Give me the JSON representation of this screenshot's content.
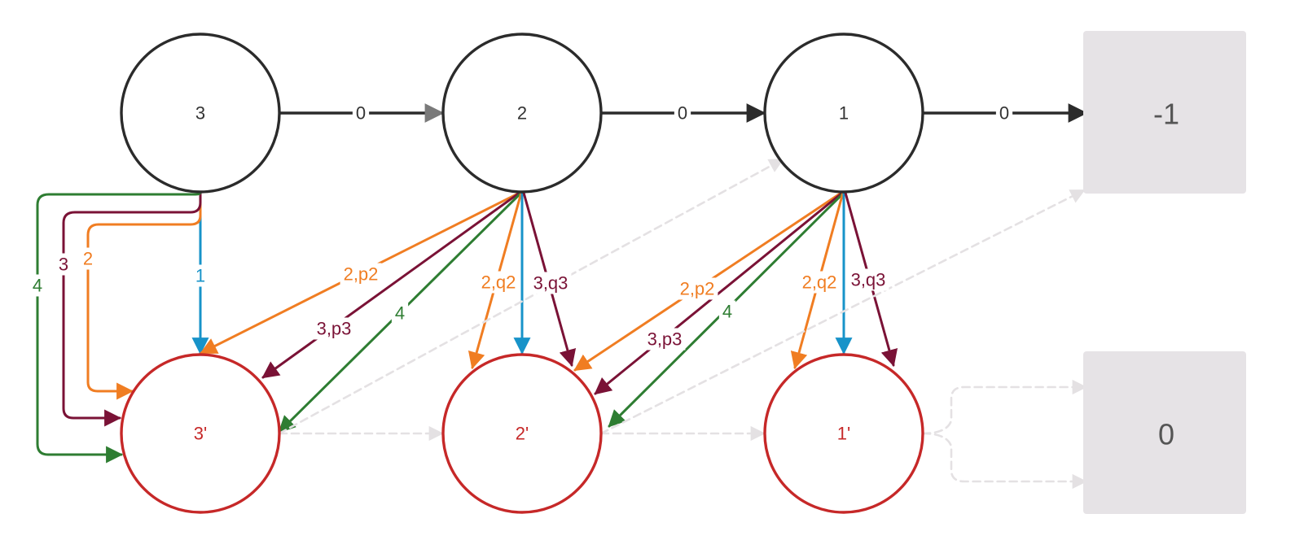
{
  "diagram": {
    "colors": {
      "black": "#2b2b2b",
      "gray_arrow": "#7a7a7a",
      "blue": "#1793c9",
      "orange": "#f07d22",
      "maroon": "#7a1236",
      "green": "#2e7d32",
      "red": "#c62828",
      "light": "#e4e1e3",
      "box": "#e6e3e6"
    },
    "nodes": [
      {
        "id": "n3",
        "label": "3",
        "kind": "state"
      },
      {
        "id": "n2",
        "label": "2",
        "kind": "state"
      },
      {
        "id": "n1",
        "label": "1",
        "kind": "state"
      },
      {
        "id": "p3",
        "label": "3'",
        "kind": "prime"
      },
      {
        "id": "p2",
        "label": "2'",
        "kind": "prime"
      },
      {
        "id": "p1",
        "label": "1'",
        "kind": "prime"
      }
    ],
    "boxes": [
      {
        "id": "bm1",
        "label": "-1"
      },
      {
        "id": "b0",
        "label": "0"
      }
    ],
    "edges": [
      {
        "id": "e-3-2",
        "from": "n3",
        "to": "n2",
        "label": "0",
        "color": "black",
        "arrow_color": "gray_arrow"
      },
      {
        "id": "e-2-1",
        "from": "n2",
        "to": "n1",
        "label": "0",
        "color": "black"
      },
      {
        "id": "e-1-m1",
        "from": "n1",
        "to": "bm1",
        "label": "0",
        "color": "black"
      },
      {
        "id": "e-3-3p-blue",
        "from": "n3",
        "to": "p3",
        "label": "1",
        "color": "blue"
      },
      {
        "id": "e-3-3p-orange",
        "from": "n3",
        "to": "p3",
        "label": "2",
        "color": "orange"
      },
      {
        "id": "e-3-3p-maroon",
        "from": "n3",
        "to": "p3",
        "label": "3",
        "color": "maroon"
      },
      {
        "id": "e-3-3p-green",
        "from": "n3",
        "to": "p3",
        "label": "4",
        "color": "green"
      },
      {
        "id": "e-2-3p-orange",
        "from": "n2",
        "to": "p3",
        "label": "2,p2",
        "color": "orange"
      },
      {
        "id": "e-2-3p-maroon",
        "from": "n2",
        "to": "p3",
        "label": "3,p3",
        "color": "maroon"
      },
      {
        "id": "e-2-3p-green",
        "from": "n2",
        "to": "p3",
        "label": "4",
        "color": "green"
      },
      {
        "id": "e-2-2p-orange",
        "from": "n2",
        "to": "p2",
        "label": "2,q2",
        "color": "orange"
      },
      {
        "id": "e-2-2p-blue",
        "from": "n2",
        "to": "p2",
        "label": "",
        "color": "blue"
      },
      {
        "id": "e-2-2p-maroon",
        "from": "n2",
        "to": "p2",
        "label": "3,q3",
        "color": "maroon"
      },
      {
        "id": "e-1-2p-orange",
        "from": "n1",
        "to": "p2",
        "label": "2,p2",
        "color": "orange"
      },
      {
        "id": "e-1-2p-maroon",
        "from": "n1",
        "to": "p2",
        "label": "3,p3",
        "color": "maroon"
      },
      {
        "id": "e-1-2p-green",
        "from": "n1",
        "to": "p2",
        "label": "4",
        "color": "green"
      },
      {
        "id": "e-1-1p-orange",
        "from": "n1",
        "to": "p1",
        "label": "2,q2",
        "color": "orange"
      },
      {
        "id": "e-1-1p-blue",
        "from": "n1",
        "to": "p1",
        "label": "",
        "color": "blue"
      },
      {
        "id": "e-1-1p-maroon",
        "from": "n1",
        "to": "p1",
        "label": "3,q3",
        "color": "maroon"
      },
      {
        "id": "e-3p-1",
        "from": "p3",
        "to": "n1",
        "label": "",
        "color": "light",
        "dashed": true
      },
      {
        "id": "e-2p-m1",
        "from": "p2",
        "to": "bm1",
        "label": "",
        "color": "light",
        "dashed": true
      },
      {
        "id": "e-3p-2p",
        "from": "p3",
        "to": "p2",
        "label": "",
        "color": "light",
        "dashed": true
      },
      {
        "id": "e-2p-1p",
        "from": "p2",
        "to": "p1",
        "label": "",
        "color": "light",
        "dashed": true
      },
      {
        "id": "e-1p-0-a",
        "from": "p1",
        "to": "b0",
        "label": "",
        "color": "light",
        "dashed": true
      },
      {
        "id": "e-1p-0-b",
        "from": "p1",
        "to": "b0",
        "label": "",
        "color": "light",
        "dashed": true
      }
    ]
  }
}
